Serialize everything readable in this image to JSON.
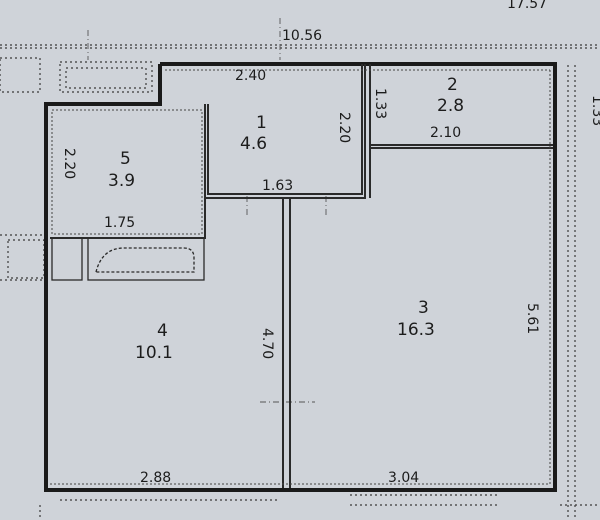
{
  "plan": {
    "top_partial_text": "17.57",
    "overall_width": "10.56",
    "right_edge_partial_dim": "1.33",
    "dimensions": {
      "bath_top_width": "2.40",
      "bath_height": "2.20",
      "bath_bottom_width": "1.63",
      "wc_height": "1.33",
      "wc_width": "2.10",
      "storage_height": "2.20",
      "storage_width": "1.75",
      "kitchen_height": "4.70",
      "kitchen_width": "2.88",
      "room_width": "3.04",
      "room_height": "5.61"
    },
    "rooms": [
      {
        "number": "1",
        "area": "4.6"
      },
      {
        "number": "2",
        "area": "2.8"
      },
      {
        "number": "3",
        "area": "16.3"
      },
      {
        "number": "4",
        "area": "10.1"
      },
      {
        "number": "5",
        "area": "3.9"
      }
    ]
  }
}
